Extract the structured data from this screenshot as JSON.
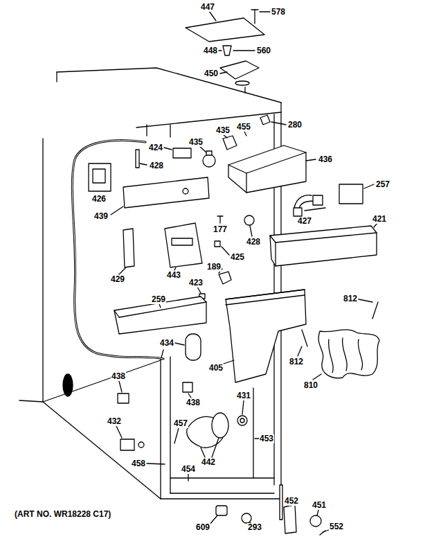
{
  "diagram": {
    "labels": [
      "447",
      "578",
      "448",
      "560",
      "450",
      "455",
      "280",
      "435",
      "424",
      "435",
      "436",
      "428",
      "426",
      "257",
      "439",
      "427",
      "177",
      "428",
      "421",
      "425",
      "189",
      "429",
      "443",
      "423",
      "259",
      "812",
      "434",
      "405",
      "812",
      "810",
      "438",
      "438",
      "431",
      "457",
      "432",
      "442",
      "453",
      "458",
      "454",
      "452",
      "451",
      "552",
      "609",
      "293",
      "(ART NO. WR18228 C17)"
    ]
  }
}
